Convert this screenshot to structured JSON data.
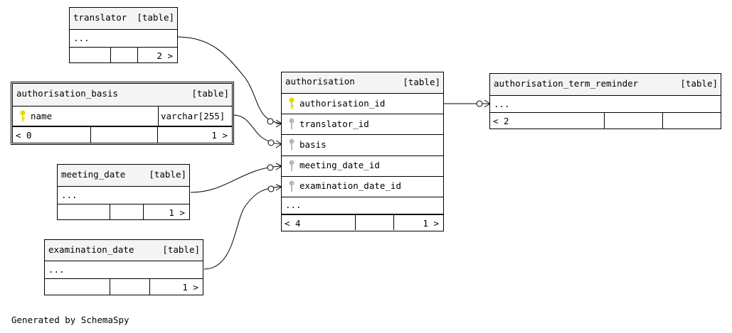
{
  "tables": {
    "translator": {
      "name": "translator",
      "tag": "[table]",
      "more": "...",
      "children": "",
      "parents": "2 >"
    },
    "authorisation_basis": {
      "name": "authorisation_basis",
      "tag": "[table]",
      "col_name": "name",
      "col_type": "varchar[255]",
      "children": "< 0",
      "parents": "1 >"
    },
    "meeting_date": {
      "name": "meeting_date",
      "tag": "[table]",
      "more": "...",
      "children": "",
      "parents": "1 >"
    },
    "examination_date": {
      "name": "examination_date",
      "tag": "[table]",
      "more": "...",
      "children": "",
      "parents": "1 >"
    },
    "authorisation": {
      "name": "authorisation",
      "tag": "[table]",
      "columns": [
        "authorisation_id",
        "translator_id",
        "basis",
        "meeting_date_id",
        "examination_date_id"
      ],
      "more": "...",
      "children": "< 4",
      "parents": "1 >"
    },
    "authorisation_term_reminder": {
      "name": "authorisation_term_reminder",
      "tag": "[table]",
      "more": "...",
      "children": "< 2",
      "parents": ""
    }
  },
  "colors": {
    "primary_key": "#e6d800",
    "foreign_key": "#b8b8b8",
    "header_bg": "#f4f4f4"
  },
  "footer": "Generated by SchemaSpy"
}
